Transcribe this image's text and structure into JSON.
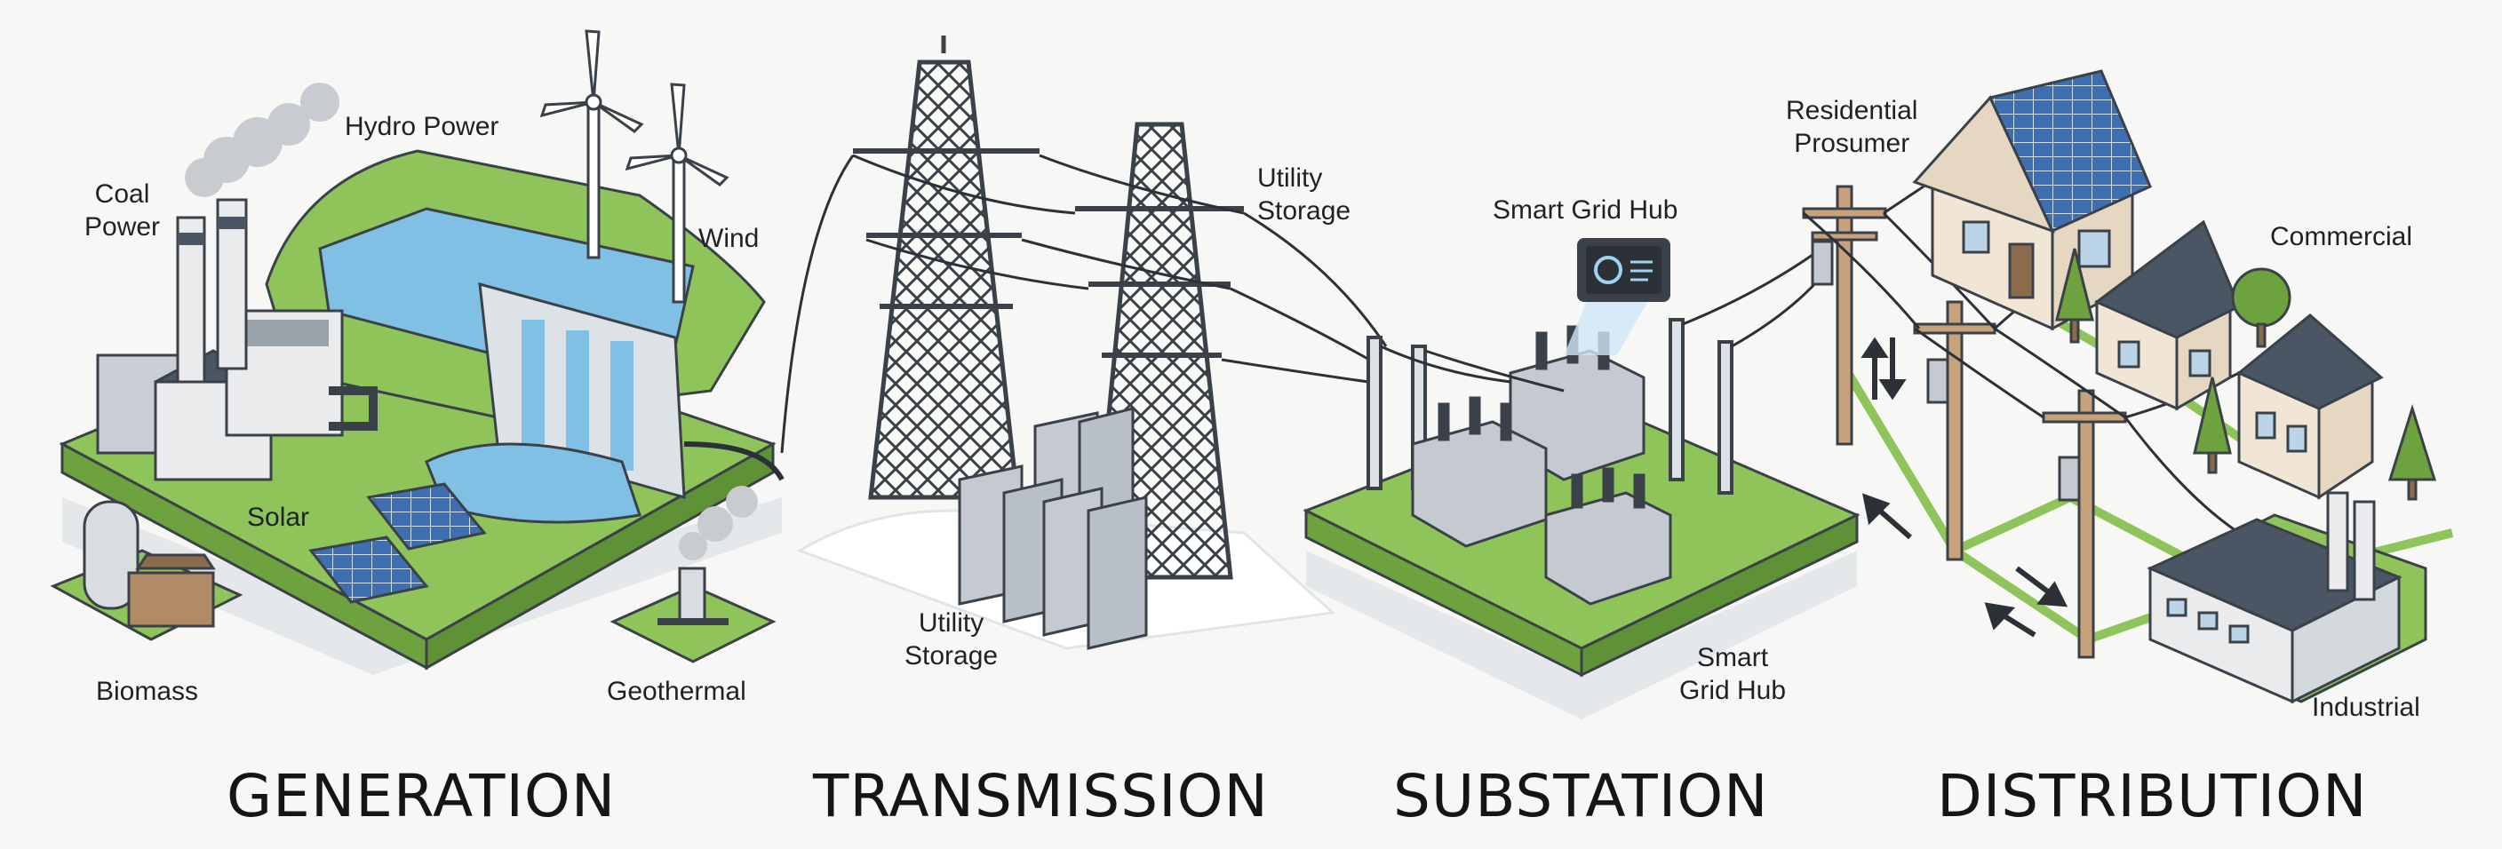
{
  "sections": {
    "generation": "GENERATION",
    "transmission": "TRANSMISSION",
    "substation": "SUBSTATION",
    "distribution": "DISTRIBUTION"
  },
  "labels": {
    "coal_power": "Coal\nPower",
    "hydro_power": "Hydro Power",
    "wind": "Wind",
    "solar": "Solar",
    "biomass": "Biomass",
    "geothermal": "Geothermal",
    "utility_storage_top": "Utility\nStorage",
    "utility_storage_bottom": "Utility\nStorage",
    "smart_grid_hub_top": "Smart Grid Hub",
    "smart_grid_hub_bottom": "Smart\nGrid Hub",
    "residential_prosumer": "Residential\nProsumer",
    "commercial": "Commercial",
    "industrial": "Industrial"
  },
  "colors": {
    "grass": "#8fc45a",
    "grass_dark": "#6ea23f",
    "water": "#7fc0e4",
    "steel": "#3a4148",
    "building": "#e9ebec",
    "roof": "#4a5663",
    "solar_panel": "#3f6fb0",
    "ground_shadow": "#e3e7ea"
  }
}
